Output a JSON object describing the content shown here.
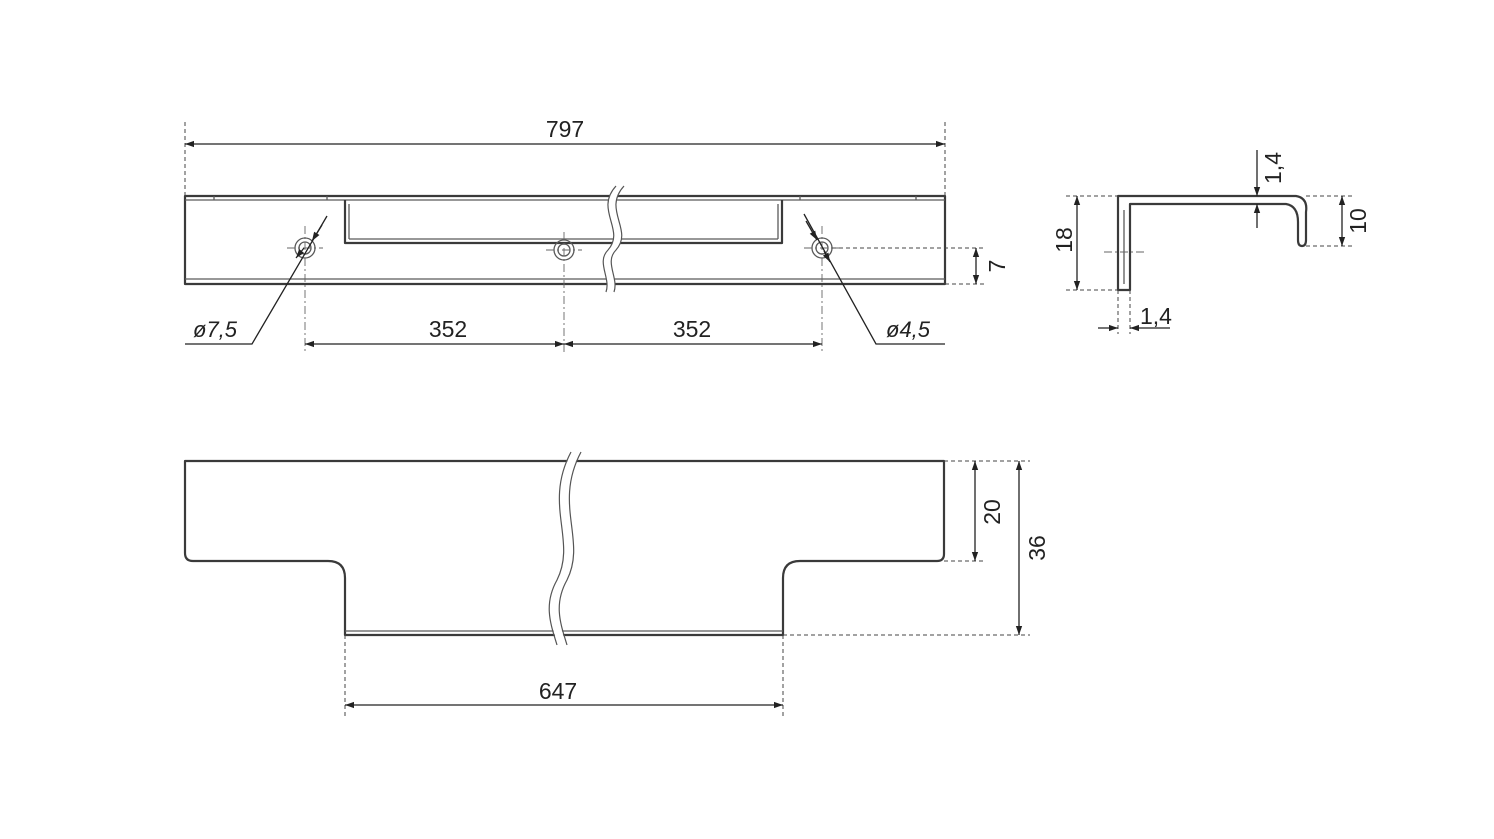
{
  "dimensions": {
    "overall_length": "797",
    "hole_spacing_left": "352",
    "hole_spacing_right": "352",
    "hole_dia_large": "ø7,5",
    "hole_dia_small": "ø4,5",
    "hole_offset": "7",
    "profile_height": "18",
    "profile_lip_thickness": "1,4",
    "profile_wall_thickness": "1,4",
    "profile_lip_depth": "10",
    "bottom_length": "647",
    "flange_depth": "20",
    "total_depth": "36"
  }
}
